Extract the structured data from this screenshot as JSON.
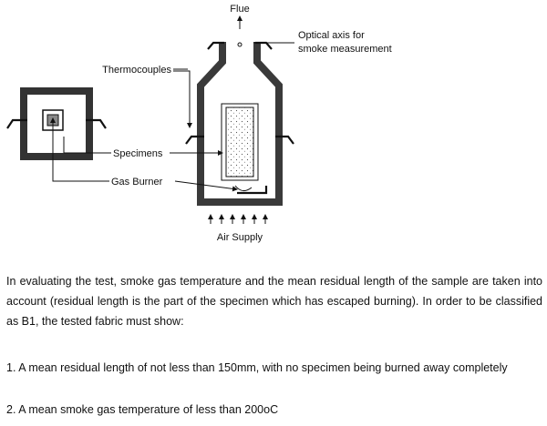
{
  "diagram": {
    "labels": {
      "flue": "Flue",
      "optical_axis_line1": "Optical axis for",
      "optical_axis_line2": "smoke measurement",
      "thermocouples": "Thermocouples",
      "specimens": "Specimens",
      "gas_burner": "Gas Burner",
      "air_supply": "Air Supply"
    }
  },
  "body": {
    "paragraph": "In evaluating the test, smoke gas temperature and the mean residual length of the sample are taken into account (residual length is the part of the specimen which has escaped burning). In order to be classified as B1, the tested fabric must show:",
    "requirements": [
      "1. A mean residual length of not less than 150mm, with no specimen being burned away completely",
      "2. A mean smoke gas temperature of less than 200oC"
    ]
  }
}
